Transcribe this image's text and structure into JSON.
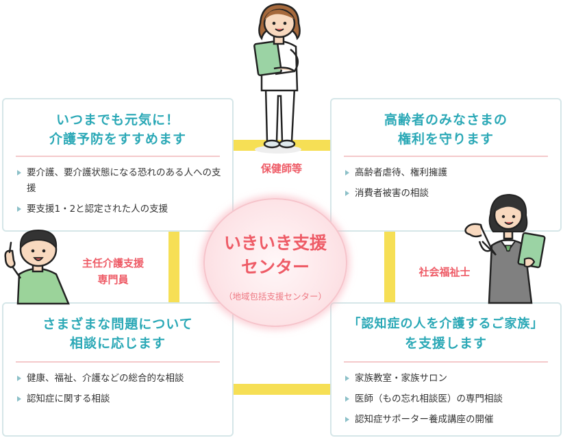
{
  "center": {
    "title_lines": [
      "いきいき支援",
      "センター"
    ],
    "subtitle": "（地域包括支援センター）"
  },
  "roles": {
    "top": [
      "保健師等"
    ],
    "left": [
      "主任介護支援",
      "専門員"
    ],
    "right": [
      "社会福祉士"
    ]
  },
  "boxes": {
    "top_left": {
      "title_lines": [
        "いつまでも元気に！",
        "介護予防をすすめます"
      ],
      "items": [
        "要介護、要介護状態になる恐れのある人への支援",
        "要支援1・2と認定された人の支援"
      ]
    },
    "top_right": {
      "title_lines": [
        "高齢者のみなさまの",
        "権利を守ります"
      ],
      "items": [
        "高齢者虐待、権利擁護",
        "消費者被害の相談"
      ]
    },
    "bottom_left": {
      "title_lines": [
        "さまざまな問題について",
        "相談に応じます"
      ],
      "items": [
        "健康、福祉、介護などの総合的な相談",
        "認知症に関する相談"
      ]
    },
    "bottom_right": {
      "title_lines": [
        "「認知症の人を介護するご家族」",
        "を支援します"
      ],
      "items": [
        "家族教室・家族サロン",
        "医師（もの忘れ相談医）の専門相談",
        "認知症サポーター養成講座の開催"
      ]
    }
  },
  "colors": {
    "title": "#2aa8b6",
    "role": "#ee5b66",
    "connector": "#f6df55",
    "border": "#d5e6e8",
    "bullet": "#8cc0c8"
  }
}
